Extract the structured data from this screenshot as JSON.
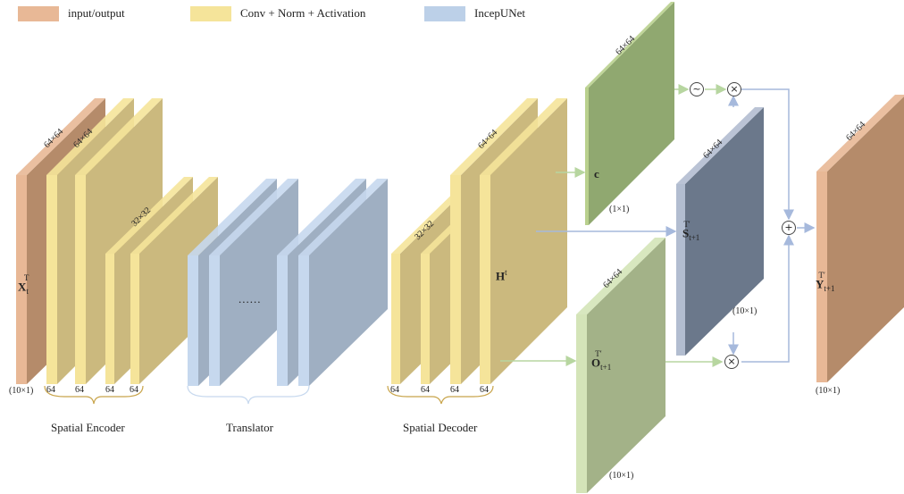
{
  "legend": [
    {
      "label": "input/output",
      "color": "#e8b896"
    },
    {
      "label": "Conv + Norm + Activation",
      "color": "#f5e49a"
    },
    {
      "label": "IncepUNet",
      "color": "#bcd0e8"
    }
  ],
  "dims": {
    "full": "64×64",
    "half": "32×32"
  },
  "channels": {
    "c64": "64"
  },
  "sizes": {
    "ten": "(10×1)",
    "one": "(1×1)"
  },
  "ellipsis": "......",
  "captions": {
    "encoder": "Spatial Encoder",
    "translator": "Translator",
    "decoder": "Spatial Decoder"
  },
  "ops": {
    "tilde": "~",
    "times": "×",
    "plus": "+"
  },
  "math": {
    "X": "X",
    "X_sup": "T",
    "X_sub": "t",
    "H": "H",
    "H_sup": "t",
    "c": "c",
    "S": "S",
    "S_sup": "T′",
    "S_sub": "t+1",
    "O": "O",
    "O_sup": "T′",
    "O_sub": "t+1",
    "Y": "Y",
    "Y_sup": "T′",
    "Y_sub": "t+1"
  },
  "colors": {
    "io": "#e8b896",
    "io_side": "#b58b6a",
    "conv_front": "#f5e49a",
    "conv_side": "#cbb97e",
    "incep_front": "#c6d8ee",
    "incep_side": "#9fafc2",
    "c_side": "#90a870",
    "c_front": "#b9d08e",
    "s_side": "#6b788b",
    "s_front": "#b2bdd0",
    "o_side": "#a3b288",
    "o_front": "#d4e4b8",
    "arrow_green": "#b7d6a0",
    "arrow_blue": "#a6b9dc"
  }
}
